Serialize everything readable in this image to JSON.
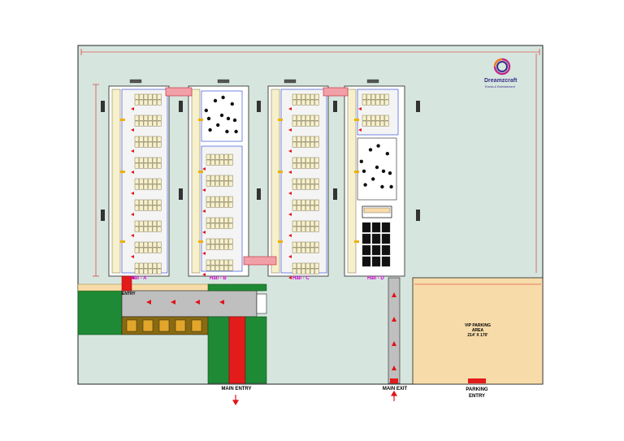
{
  "brand": {
    "name": "Dreamzcraft",
    "tagline": "Events & Entertainment",
    "colors": {
      "ring_a": "#c0288a",
      "ring_b": "#3b2d8a",
      "ring_c": "#f08020"
    }
  },
  "halls": [
    {
      "label": "Hall - A"
    },
    {
      "label": "Hall - B"
    },
    {
      "label": "Hall - C"
    },
    {
      "label": "Hall - D"
    }
  ],
  "vip_parking": {
    "line1": "VIP PARKING",
    "line2": "AREA",
    "line3": "214' X 170'"
  },
  "entries": {
    "main_entry": "MAIN ENTRY",
    "main_exit": "MAIN EXIT",
    "parking_entry_line1": "PARKING",
    "parking_entry_line2": "ENTRY",
    "side_entry": "ENTRY"
  },
  "colors": {
    "site_bg": "#d6e6de",
    "stall": "#f6f0cc",
    "stall_border": "#5a4a1a",
    "green": "#1f8a35",
    "red": "#e21b1b",
    "pink": "#f2a0a8",
    "tan": "#f7dcaa",
    "corridor": "#bfbfbf",
    "dimension": "#e0141a",
    "olive": "#8a6a10",
    "food_stall": "#e2a62a"
  }
}
